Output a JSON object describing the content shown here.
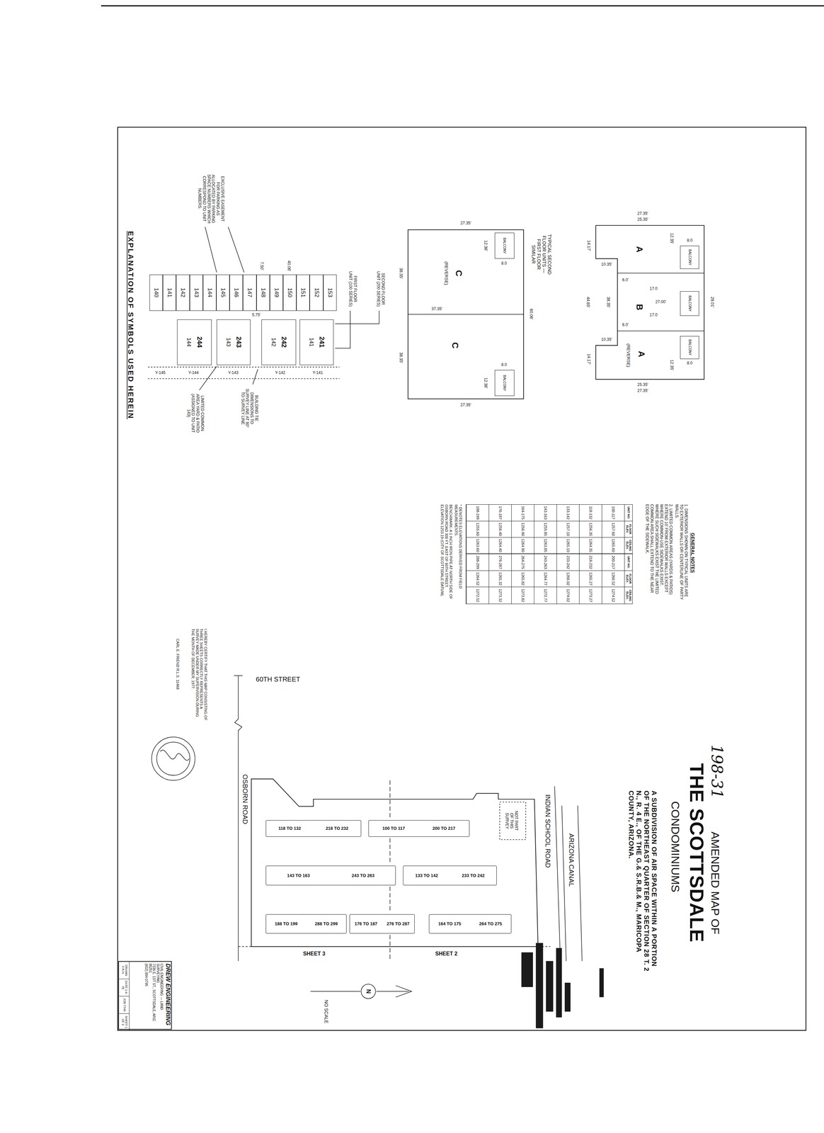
{
  "diagram": {
    "title": "THE SCOTTSDALE",
    "nodes": [
      {
        "text": [
          "140"
        ]
      },
      {
        "text": [
          "141"
        ]
      },
      {
        "text": [
          "142"
        ]
      },
      {
        "text": [
          "143"
        ]
      },
      {
        "text": [
          "144"
        ]
      },
      {
        "text": [
          "145"
        ]
      },
      {
        "text": [
          "146"
        ]
      },
      {
        "text": [
          "147"
        ]
      },
      {
        "text": [
          "148"
        ]
      },
      {
        "text": [
          "149"
        ]
      },
      {
        "text": [
          "150"
        ]
      },
      {
        "text": [
          "151"
        ]
      },
      {
        "text": [
          "152"
        ]
      },
      {
        "text": [
          "153"
        ]
      },
      {
        "text": [
          "241",
          "141"
        ]
      },
      {
        "text": [
          "242",
          "142"
        ]
      },
      {
        "text": [
          "243",
          "143"
        ]
      },
      {
        "text": [
          "244",
          "144"
        ]
      },
      {
        "text": [
          "118 TO 132",
          "218 TO 232"
        ]
      },
      {
        "text": [
          "100 TO 117",
          "200 TO 217"
        ]
      },
      {
        "text": [
          "143 TO 163",
          "243 TO 263"
        ]
      },
      {
        "text": [
          "133 TO 142",
          "233 TO 242"
        ]
      },
      {
        "text": [
          "188 TO 199",
          "288 TO 299"
        ]
      },
      {
        "text": [
          "176 TO 187",
          "276 TO 287"
        ]
      },
      {
        "text": [
          "164 TO 175",
          "264 TO 275"
        ]
      },
      {
        "text": [
          "BALCONY"
        ]
      },
      {
        "text": [
          "BALCONY"
        ]
      },
      {
        "text": [
          "BALCONY"
        ]
      },
      {
        "text": [
          "BALCONY"
        ]
      },
      {
        "text": [
          "BALCONY"
        ]
      },
      {
        "text": [
          "DREW ENGINEERING",
          "CIVIL ENGINEERING — LAND SURVEYING",
          "7336 E. 1ST ST., SCOTTSDALE, ARIZ. 85251",
          "(602) 994-0795"
        ]
      },
      {
        "text": [
          "DRAWN F.R.H."
        ],
        "in": 30
      },
      {
        "text": [
          "DATE 1-6-78"
        ],
        "in": 30
      },
      {
        "text": [
          "JOB 7749"
        ],
        "in": 30
      },
      {
        "text": [
          "SHEET 1 OF 3"
        ],
        "in": 30
      }
    ],
    "labels": [
      "198-31",
      "AMENDED MAP OF",
      "CONDOMINIUMS",
      "A SUBDIVISION OF AIR SPACE WITHIN A PORTION OF THE NORTHEAST QUARTER OF SECTION 28 T. 2 N., R. 4 E., OF THE G.& S.R.B.& M., MARICOPA COUNTY, ARIZONA.",
      "60TH STREET",
      "OSBORN ROAD",
      "INDIAN SCHOOL ROAD",
      "ARIZONA CANAL",
      "NOT PART OF THIS SURVEY",
      "SHEET 3",
      "SHEET 2",
      "NO SCALE",
      "N",
      "I HEREBY CERTIFY THAT THIS MAP CONSISTING OF THREE SHEETS CORRECTLY REPRESENTS A SURVEY MADE UNDER MY SUPERVISION DURING THE MONTH OF DECEMBER, 1977.",
      "CARL E. FRIEND R.L.S. 11468",
      "A",
      "B",
      "A",
      "(REVERSE)",
      "C",
      "(REVERSE)",
      "C",
      "TYPICAL SECOND FLOOR UNITS — FIRST FLOOR SIMILAR",
      "27.35'",
      "25.35'",
      "25.35'",
      "27.35'",
      "28.01'",
      "44.65'",
      "38.35'",
      "14.17'",
      "14.17'",
      "10.35'",
      "10.35'",
      "6.0'",
      "6.0'",
      "27.00'",
      "17.0",
      "17.0",
      "12.35'",
      "12.35'",
      "8.0",
      "8.0",
      "27.35'",
      "27.35'",
      "38.35'",
      "38.35'",
      "60.06'",
      "12.36'",
      "12.36'",
      "8.0",
      "8.0",
      "37.35'",
      "EXPLANATION OF SYMBOLS USED HEREIN",
      "EXCLUSIVE EASEMENT FOR PARKING AS ALLOCATED BY PARKING SPACE NUMBERS WHICH CORRESPOND TO UNIT NUMBERS.",
      "SECOND FLOOR UNIT (200 SERIES)",
      "FIRST FLOOR UNIT (100 SERIES)",
      "BUILDING TIE DIMENSIONS TO SURVEY LINE AT 90° TO SURVEY LINE",
      "LIMITED COMMON AREA YARD & PATIO (ASSIGNED TO UNIT 143)",
      "40.06'",
      "7.50'",
      "5.75'",
      "Y-141",
      "Y-142",
      "Y-143",
      "Y-144",
      "Y-145",
      "GENERAL NOTES",
      "1. DIMENSIONS SHOWN ON TYPICAL UNITS ARE TO EXTERIOR WALLS OR CENTERLINE OF PARTY WALLS.",
      "2. LIMITED COMMON AREAS (YARDS & PATIOS) EXTEND 10' FROM EXTERIOR WALLS EXCEPT WHERE COMMON-USE SIDEWALKS EXIST. WHERE SUCH SIDEWALKS EXIST THE LIMITED COMMON AREA SHALL EXTEND TO THE NEAR EDGE OF THE SIDEWALK.",
      "UNIT NO.",
      "FLOOR ELEV.",
      "CEILING ELEV.",
      "UNIT NO.",
      "FLOOR ELEV.",
      "CEILING ELEV.",
      "100-117",
      "1257.60",
      "1265.60",
      "200-217",
      "1266.52",
      "1274.52",
      "118-132",
      "1256.35",
      "1264.35",
      "218-232",
      "1265.27",
      "1273.27",
      "133-142",
      "1257.10",
      "1265.10",
      "233-242",
      "1266.02",
      "1274.02",
      "143-163",
      "1255.85",
      "1263.85",
      "243-263",
      "1264.77",
      "1272.77",
      "164-175",
      "1256.90",
      "1264.90",
      "264-275",
      "1265.82",
      "1273.82",
      "176-187",
      "1256.40",
      "1264.40",
      "276-287",
      "1265.32",
      "1273.32",
      "188-199",
      "1255.60",
      "1263.60",
      "288-299",
      "1264.52",
      "1272.52",
      "* DENOTES ELEVATIONS DERIVED FROM FIELD MEASUREMENTS.",
      "BENCHMARK: A 1 INCH IRON PIPE AT NORTH SIDE OF OSBORN ROAD 300 FT. EAST OF 60TH STREET. ELEVATION 1253.19 (CITY OF SCOTTSDALE DATUM)."
    ]
  }
}
